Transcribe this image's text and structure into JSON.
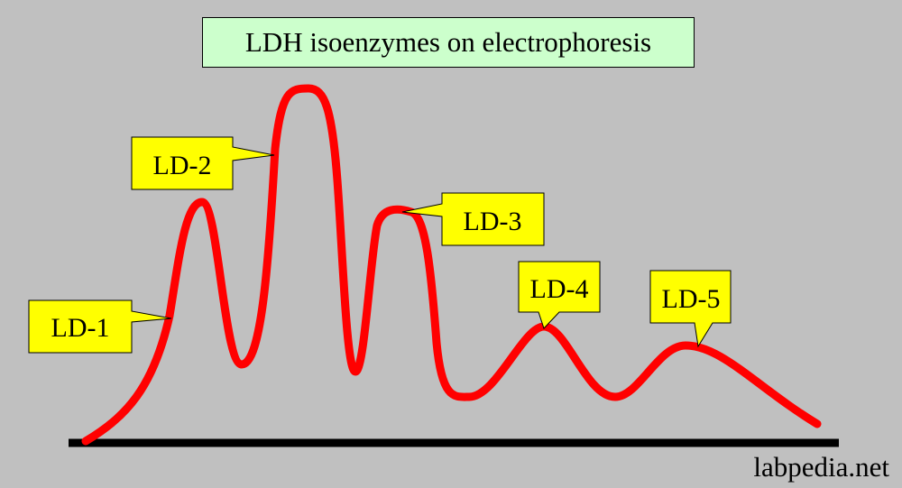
{
  "diagram": {
    "title": "LDH isoenzymes on electrophoresis",
    "labels": [
      {
        "id": "ld-1",
        "text": "LD-1"
      },
      {
        "id": "ld-2",
        "text": "LD-2"
      },
      {
        "id": "ld-3",
        "text": "LD-3"
      },
      {
        "id": "ld-4",
        "text": "LD-4"
      },
      {
        "id": "ld-5",
        "text": "LD-5"
      }
    ],
    "watermark": "labpedia.net"
  },
  "colors": {
    "background": "#c0c0c0",
    "curve": "#ff0000",
    "baseline": "#000000",
    "label_fill": "#ffff00",
    "title_fill": "#ccffcc"
  }
}
